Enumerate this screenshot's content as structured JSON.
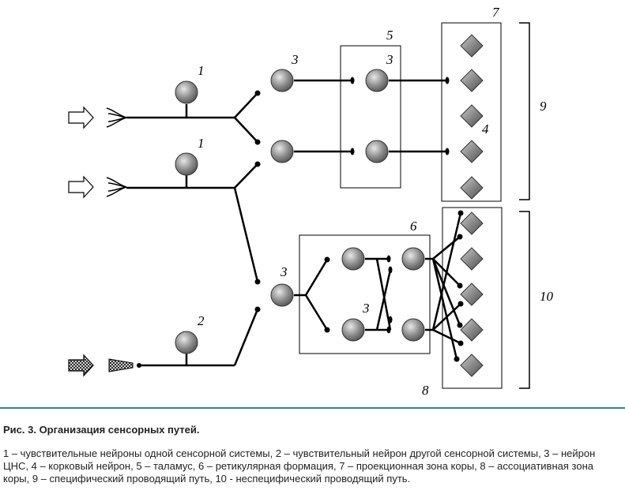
{
  "labels": {
    "n1_top": "1",
    "n1_mid": "1",
    "n2": "2",
    "n3_top": "3",
    "n3_thal": "3",
    "n3_low": "3",
    "n3_ret": "3",
    "thalamus": "5",
    "reticular": "6",
    "proj_zone": "7",
    "cortical": "4",
    "assoc": "8",
    "specific": "9",
    "nonspecific": "10"
  },
  "caption": {
    "title": "Рис. 3. Организация сенсорных путей.",
    "text": "1 – чувствительные нейроны одной сенсорной системы, 2 – чувствительный нейрон другой сенсорной системы, 3 – нейрон ЦНС, 4 – корковый нейрон, 5 – таламус, 6 – ретикулярная формация, 7 – проекционная зона коры, 8 – ассоциативная зона коры, 9 – специфический проводящий путь, 10 - неспецифический проводящий путь."
  },
  "colors": {
    "line": "#000000",
    "neuron_fill": "#8a8a8a",
    "separator": "#2f7fb5",
    "caption_text": "#222222"
  }
}
